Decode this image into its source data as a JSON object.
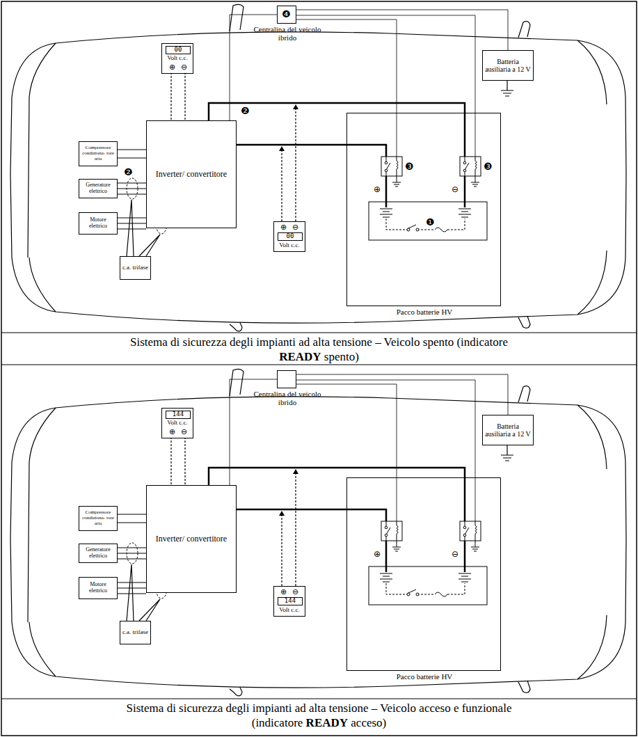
{
  "diagram": {
    "nodes": [
      {
        "text": [
          "00",
          "Volt c.c."
        ]
      },
      {
        "text": [
          "Compressore condiziona- tore aria"
        ]
      },
      {
        "text": [
          "Generatore elettrico"
        ]
      },
      {
        "text": [
          "Motore elettrico"
        ]
      },
      {
        "text": [
          "c.a. trifase"
        ]
      },
      {
        "text": [
          "Inverter/ convertitore"
        ]
      },
      {
        "text": [
          "Centralina del veicolo ibrido"
        ]
      },
      {
        "text": [
          "Batteria ausiliaria a 12 V"
        ]
      },
      {
        "text": [
          "00",
          "Volt c.c."
        ]
      },
      {
        "text": [
          "Pacco batterie HV"
        ]
      },
      {
        "text": [
          "144",
          "Volt c.c."
        ]
      },
      {
        "text": [
          "Compressore condiziona- tore aria"
        ]
      },
      {
        "text": [
          "Generatore elettrico"
        ]
      },
      {
        "text": [
          "Motore elettrico"
        ]
      },
      {
        "text": [
          "c.a. trifase"
        ]
      },
      {
        "text": [
          "Inverter/ convertitore"
        ]
      },
      {
        "text": [
          "Centralina del veicolo ibrido"
        ]
      },
      {
        "text": [
          "Batteria ausiliaria a 12 V"
        ]
      },
      {
        "text": [
          "144",
          "Volt c.c."
        ]
      },
      {
        "text": [
          "Pacco batterie HV"
        ]
      }
    ],
    "edges": [
      {
        "from": 1,
        "to": 5,
        "arrow": "none"
      },
      {
        "from": 2,
        "to": 5,
        "arrow": "none"
      },
      {
        "from": 3,
        "to": 5,
        "arrow": "none"
      },
      {
        "from": 5,
        "to": 9,
        "arrow": "none"
      },
      {
        "from": 5,
        "to": 9,
        "arrow": "none"
      },
      {
        "from": 5,
        "to": 6,
        "arrow": "none"
      },
      {
        "from": 6,
        "to": 7,
        "arrow": "none"
      },
      {
        "from": 11,
        "to": 15,
        "arrow": "none"
      },
      {
        "from": 12,
        "to": 15,
        "arrow": "none"
      },
      {
        "from": 13,
        "to": 15,
        "arrow": "none"
      },
      {
        "from": 15,
        "to": 19,
        "arrow": "none"
      },
      {
        "from": 15,
        "to": 19,
        "arrow": "none"
      },
      {
        "from": 15,
        "to": 16,
        "arrow": "none"
      },
      {
        "from": 16,
        "to": 17,
        "arrow": "none"
      }
    ],
    "labels": [
      "❶",
      "❷",
      "❷",
      "❸",
      "❸",
      "❹",
      "⊕",
      "⊖",
      "⊕",
      "⊖",
      "⊕",
      "⊖",
      "Sistema di sicurezza degli impianti ad alta tensione – Veicolo spento (indicatore READY spento)",
      "⊕",
      "⊖",
      "⊕",
      "⊖",
      "⊕",
      "⊖",
      "Sistema di sicurezza degli impianti ad alta tensione – Veicolo acceso e funzionale (indicatore READY acceso)"
    ]
  }
}
